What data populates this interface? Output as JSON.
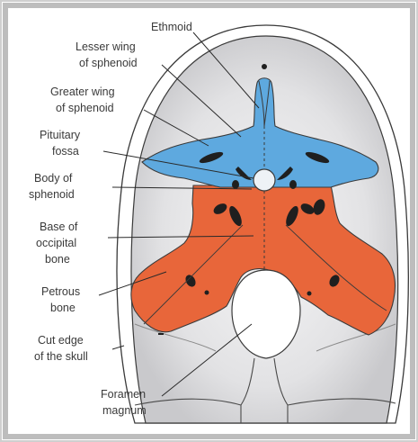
{
  "labels": {
    "ethmoid": "Ethmoid",
    "lesser_wing": [
      "Lesser wing",
      "of sphenoid"
    ],
    "greater_wing": [
      "Greater wing",
      "of sphenoid"
    ],
    "pituitary": [
      "Pituitary",
      "fossa"
    ],
    "body": [
      "Body of",
      "sphenoid"
    ],
    "base_occipital": [
      "Base of",
      "occipital",
      "bone"
    ],
    "petrous": [
      "Petrous",
      "bone"
    ],
    "cut_edge": [
      "Cut edge",
      "of the skull"
    ],
    "foramen": [
      "Foramen",
      "magnum"
    ]
  },
  "colors": {
    "page_border": "#c8c8c8",
    "skull_fill": "#d9d9db",
    "skull_inner": "#f2f2f3",
    "outline": "#3a3a3a",
    "sphenoid_blue": "#5ea9df",
    "occipital_orange": "#e8663a",
    "foramen": "#ffffff",
    "dark_marks": "#1f1f1f"
  }
}
